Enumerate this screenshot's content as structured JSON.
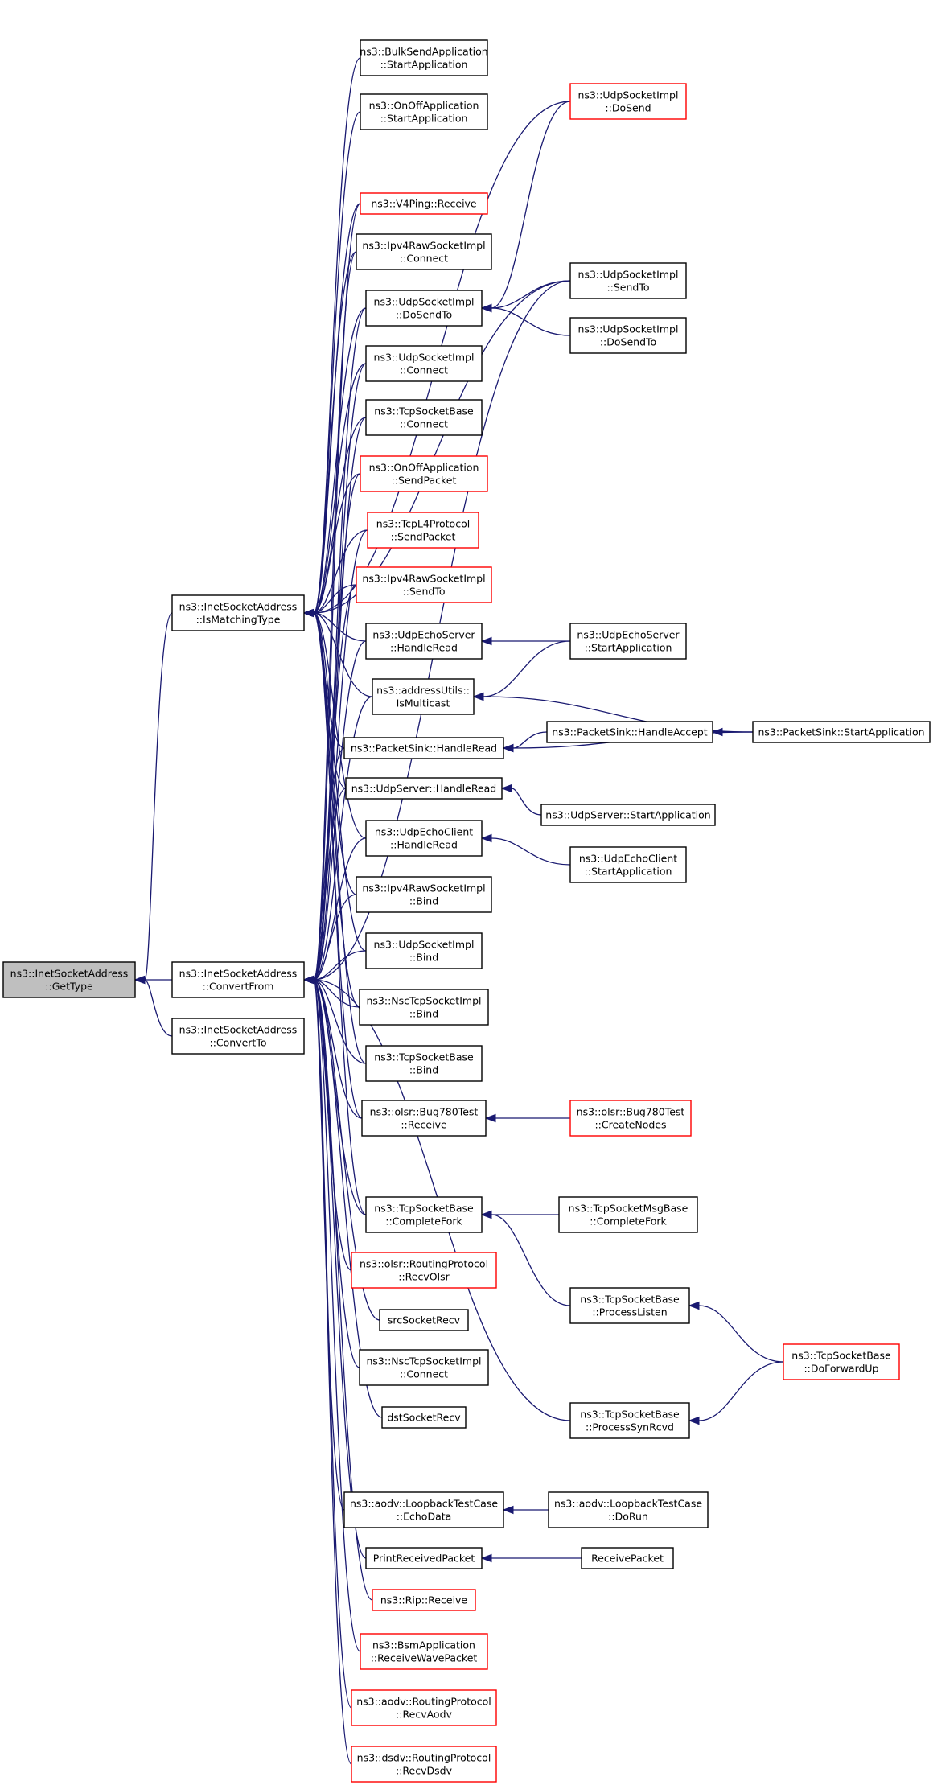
{
  "diagram": {
    "colors": {
      "edge": "#191970",
      "border_normal": "#000000",
      "border_truncated": "#ff0000",
      "fill_focus": "#bfbfbf",
      "fill_normal": "#ffffff"
    },
    "nodes": [
      {
        "id": "gettype",
        "lines": [
          "ns3::InetSocketAddress",
          "::GetType"
        ],
        "focus": true
      },
      {
        "id": "ismatching",
        "lines": [
          "ns3::InetSocketAddress",
          "::IsMatchingType"
        ]
      },
      {
        "id": "convertfrom",
        "lines": [
          "ns3::InetSocketAddress",
          "::ConvertFrom"
        ]
      },
      {
        "id": "convertto",
        "lines": [
          "ns3::InetSocketAddress",
          "::ConvertTo"
        ]
      },
      {
        "id": "bulksend",
        "lines": [
          "ns3::BulkSendApplication",
          "::StartApplication"
        ]
      },
      {
        "id": "onoffstart",
        "lines": [
          "ns3::OnOffApplication",
          "::StartApplication"
        ]
      },
      {
        "id": "v4ping",
        "lines": [
          "ns3::V4Ping::Receive"
        ],
        "red": true
      },
      {
        "id": "ipv4rawconnect",
        "lines": [
          "ns3::Ipv4RawSocketImpl",
          "::Connect"
        ]
      },
      {
        "id": "udpdosendto",
        "lines": [
          "ns3::UdpSocketImpl",
          "::DoSendTo"
        ]
      },
      {
        "id": "udpconnect",
        "lines": [
          "ns3::UdpSocketImpl",
          "::Connect"
        ]
      },
      {
        "id": "tcpconnect",
        "lines": [
          "ns3::TcpSocketBase",
          "::Connect"
        ]
      },
      {
        "id": "onoffsend",
        "lines": [
          "ns3::OnOffApplication",
          "::SendPacket"
        ],
        "red": true
      },
      {
        "id": "tcpl4send",
        "lines": [
          "ns3::TcpL4Protocol",
          "::SendPacket"
        ],
        "red": true
      },
      {
        "id": "ipv4rawsendto",
        "lines": [
          "ns3::Ipv4RawSocketImpl",
          "::SendTo"
        ],
        "red": true
      },
      {
        "id": "udpechoserverread",
        "lines": [
          "ns3::UdpEchoServer",
          "::HandleRead"
        ]
      },
      {
        "id": "addrmulticast",
        "lines": [
          "ns3::addressUtils::",
          "IsMulticast"
        ]
      },
      {
        "id": "pktsinkread",
        "lines": [
          "ns3::PacketSink::HandleRead"
        ]
      },
      {
        "id": "udpserverread",
        "lines": [
          "ns3::UdpServer::HandleRead"
        ]
      },
      {
        "id": "udpechoclientread",
        "lines": [
          "ns3::UdpEchoClient",
          "::HandleRead"
        ]
      },
      {
        "id": "ipv4rawbind",
        "lines": [
          "ns3::Ipv4RawSocketImpl",
          "::Bind"
        ]
      },
      {
        "id": "udpbind",
        "lines": [
          "ns3::UdpSocketImpl",
          "::Bind"
        ]
      },
      {
        "id": "nscbind",
        "lines": [
          "ns3::NscTcpSocketImpl",
          "::Bind"
        ]
      },
      {
        "id": "tcpbind",
        "lines": [
          "ns3::TcpSocketBase",
          "::Bind"
        ]
      },
      {
        "id": "bug780recv",
        "lines": [
          "ns3::olsr::Bug780Test",
          "::Receive"
        ]
      },
      {
        "id": "tcpcompletefork",
        "lines": [
          "ns3::TcpSocketBase",
          "::CompleteFork"
        ]
      },
      {
        "id": "olsrrecv",
        "lines": [
          "ns3::olsr::RoutingProtocol",
          "::RecvOlsr"
        ],
        "red": true
      },
      {
        "id": "srcsocketrecv",
        "lines": [
          "srcSocketRecv"
        ]
      },
      {
        "id": "nscconnect",
        "lines": [
          "ns3::NscTcpSocketImpl",
          "::Connect"
        ]
      },
      {
        "id": "dstsocketrecv",
        "lines": [
          "dstSocketRecv"
        ]
      },
      {
        "id": "aodvechodata",
        "lines": [
          "ns3::aodv::LoopbackTestCase",
          "::EchoData"
        ]
      },
      {
        "id": "printrecv",
        "lines": [
          "PrintReceivedPacket"
        ]
      },
      {
        "id": "ripreceive",
        "lines": [
          "ns3::Rip::Receive"
        ],
        "red": true
      },
      {
        "id": "bsmrecv",
        "lines": [
          "ns3::BsmApplication",
          "::ReceiveWavePacket"
        ],
        "red": true
      },
      {
        "id": "aodvrecv",
        "lines": [
          "ns3::aodv::RoutingProtocol",
          "::RecvAodv"
        ],
        "red": true
      },
      {
        "id": "dsdvrecv",
        "lines": [
          "ns3::dsdv::RoutingProtocol",
          "::RecvDsdv"
        ],
        "red": true
      },
      {
        "id": "udpdosend",
        "lines": [
          "ns3::UdpSocketImpl",
          "::DoSend"
        ],
        "red": true
      },
      {
        "id": "udpsendto",
        "lines": [
          "ns3::UdpSocketImpl",
          "::SendTo"
        ]
      },
      {
        "id": "udpdosendto2",
        "lines": [
          "ns3::UdpSocketImpl",
          "::DoSendTo"
        ]
      },
      {
        "id": "udpechoserverstart",
        "lines": [
          "ns3::UdpEchoServer",
          "::StartApplication"
        ]
      },
      {
        "id": "pktsinkaccept",
        "lines": [
          "ns3::PacketSink::HandleAccept"
        ]
      },
      {
        "id": "udpserverstart",
        "lines": [
          "ns3::UdpServer::StartApplication"
        ]
      },
      {
        "id": "udpechoclientstart",
        "lines": [
          "ns3::UdpEchoClient",
          "::StartApplication"
        ]
      },
      {
        "id": "bug780create",
        "lines": [
          "ns3::olsr::Bug780Test",
          "::CreateNodes"
        ],
        "red": true
      },
      {
        "id": "tcpmsgcompletefork",
        "lines": [
          "ns3::TcpSocketMsgBase",
          "::CompleteFork"
        ]
      },
      {
        "id": "tcpprocesslisten",
        "lines": [
          "ns3::TcpSocketBase",
          "::ProcessListen"
        ]
      },
      {
        "id": "tcpprocesssynrcvd",
        "lines": [
          "ns3::TcpSocketBase",
          "::ProcessSynRcvd"
        ]
      },
      {
        "id": "aodvdorun",
        "lines": [
          "ns3::aodv::LoopbackTestCase",
          "::DoRun"
        ]
      },
      {
        "id": "receivepacket",
        "lines": [
          "ReceivePacket"
        ]
      },
      {
        "id": "pktsinkstart",
        "lines": [
          "ns3::PacketSink::StartApplication"
        ]
      },
      {
        "id": "tcpdoforwardup",
        "lines": [
          "ns3::TcpSocketBase",
          "::DoForwardUp"
        ],
        "red": true
      }
    ],
    "edges": [
      [
        "ismatching",
        "gettype"
      ],
      [
        "convertfrom",
        "gettype"
      ],
      [
        "convertto",
        "gettype"
      ],
      [
        "bulksend",
        "ismatching"
      ],
      [
        "onoffstart",
        "ismatching"
      ],
      [
        "v4ping",
        "ismatching"
      ],
      [
        "ipv4rawconnect",
        "ismatching"
      ],
      [
        "udpdosendto",
        "ismatching"
      ],
      [
        "udpconnect",
        "ismatching"
      ],
      [
        "tcpconnect",
        "ismatching"
      ],
      [
        "onoffsend",
        "ismatching"
      ],
      [
        "tcpl4send",
        "ismatching"
      ],
      [
        "ipv4rawsendto",
        "ismatching"
      ],
      [
        "udpechoserverread",
        "ismatching"
      ],
      [
        "addrmulticast",
        "ismatching"
      ],
      [
        "pktsinkread",
        "ismatching"
      ],
      [
        "udpserverread",
        "ismatching"
      ],
      [
        "udpechoclientread",
        "ismatching"
      ],
      [
        "ipv4rawbind",
        "ismatching"
      ],
      [
        "udpbind",
        "ismatching"
      ],
      [
        "nscbind",
        "ismatching"
      ],
      [
        "tcpbind",
        "ismatching"
      ],
      [
        "bug780recv",
        "ismatching"
      ],
      [
        "tcpcompletefork",
        "ismatching"
      ],
      [
        "udpdosend",
        "ismatching"
      ],
      [
        "udpsendto",
        "ismatching"
      ],
      [
        "v4ping",
        "convertfrom"
      ],
      [
        "ipv4rawconnect",
        "convertfrom"
      ],
      [
        "udpdosendto",
        "convertfrom"
      ],
      [
        "udpconnect",
        "convertfrom"
      ],
      [
        "tcpconnect",
        "convertfrom"
      ],
      [
        "onoffsend",
        "convertfrom"
      ],
      [
        "tcpl4send",
        "convertfrom"
      ],
      [
        "ipv4rawsendto",
        "convertfrom"
      ],
      [
        "udpechoserverread",
        "convertfrom"
      ],
      [
        "addrmulticast",
        "convertfrom"
      ],
      [
        "pktsinkread",
        "convertfrom"
      ],
      [
        "udpserverread",
        "convertfrom"
      ],
      [
        "udpechoclientread",
        "convertfrom"
      ],
      [
        "ipv4rawbind",
        "convertfrom"
      ],
      [
        "udpbind",
        "convertfrom"
      ],
      [
        "nscbind",
        "convertfrom"
      ],
      [
        "tcpbind",
        "convertfrom"
      ],
      [
        "bug780recv",
        "convertfrom"
      ],
      [
        "tcpcompletefork",
        "convertfrom"
      ],
      [
        "olsrrecv",
        "convertfrom"
      ],
      [
        "srcsocketrecv",
        "convertfrom"
      ],
      [
        "nscconnect",
        "convertfrom"
      ],
      [
        "dstsocketrecv",
        "convertfrom"
      ],
      [
        "aodvechodata",
        "convertfrom"
      ],
      [
        "printrecv",
        "convertfrom"
      ],
      [
        "ripreceive",
        "convertfrom"
      ],
      [
        "bsmrecv",
        "convertfrom"
      ],
      [
        "aodvrecv",
        "convertfrom"
      ],
      [
        "dsdvrecv",
        "convertfrom"
      ],
      [
        "udpsendto",
        "convertfrom"
      ],
      [
        "tcpprocesssynrcvd",
        "convertfrom"
      ],
      [
        "udpdosend",
        "udpdosendto"
      ],
      [
        "udpsendto",
        "udpdosendto"
      ],
      [
        "udpdosendto2",
        "udpdosendto"
      ],
      [
        "udpechoserverstart",
        "udpechoserverread"
      ],
      [
        "udpechoserverstart",
        "addrmulticast"
      ],
      [
        "pktsinkstart",
        "addrmulticast"
      ],
      [
        "pktsinkaccept",
        "pktsinkread"
      ],
      [
        "pktsinkstart",
        "pktsinkread"
      ],
      [
        "pktsinkstart",
        "pktsinkaccept"
      ],
      [
        "udpserverstart",
        "udpserverread"
      ],
      [
        "udpechoclientstart",
        "udpechoclientread"
      ],
      [
        "bug780create",
        "bug780recv"
      ],
      [
        "tcpmsgcompletefork",
        "tcpcompletefork"
      ],
      [
        "tcpprocesslisten",
        "tcpcompletefork"
      ],
      [
        "tcpdoforwardup",
        "tcpprocesslisten"
      ],
      [
        "tcpdoforwardup",
        "tcpprocesssynrcvd"
      ],
      [
        "aodvdorun",
        "aodvechodata"
      ],
      [
        "receivepacket",
        "printrecv"
      ]
    ]
  }
}
